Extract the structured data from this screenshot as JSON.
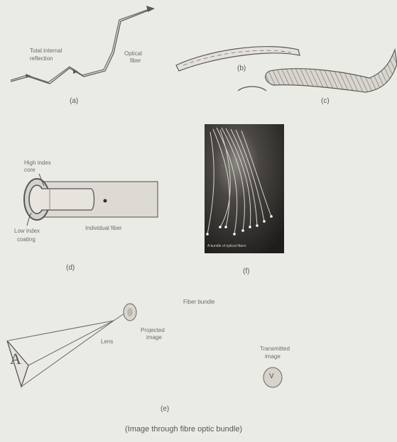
{
  "panel_a": {
    "label": "(a)",
    "annotation_1": "Total internal",
    "annotation_2": "reflection",
    "fiber_label_1": "Optical",
    "fiber_label_2": "fiber"
  },
  "panel_b": {
    "label": "(b)"
  },
  "panel_c": {
    "label": "(c)"
  },
  "panel_d": {
    "label": "(d)",
    "core_1": "High index",
    "core_2": "core",
    "coating_1": "Low index",
    "coating_2": "coating",
    "fiber": "Individual fiber"
  },
  "panel_f": {
    "label": "(f)",
    "photo_caption": "A bundle of optical fibers"
  },
  "panel_e": {
    "label": "(e)",
    "lens": "Lens",
    "projected_1": "Projected",
    "projected_2": "image",
    "bundle": "Fiber bundle",
    "transmitted_1": "Transmitted",
    "transmitted_2": "image",
    "object_letter": "A",
    "image_letter": "V"
  },
  "footer_caption": "(Image through fibre optic bundle)",
  "colors": {
    "background": "#ebebe6",
    "ink": "#4a4a4a",
    "photo_bg": "#2a2826"
  }
}
